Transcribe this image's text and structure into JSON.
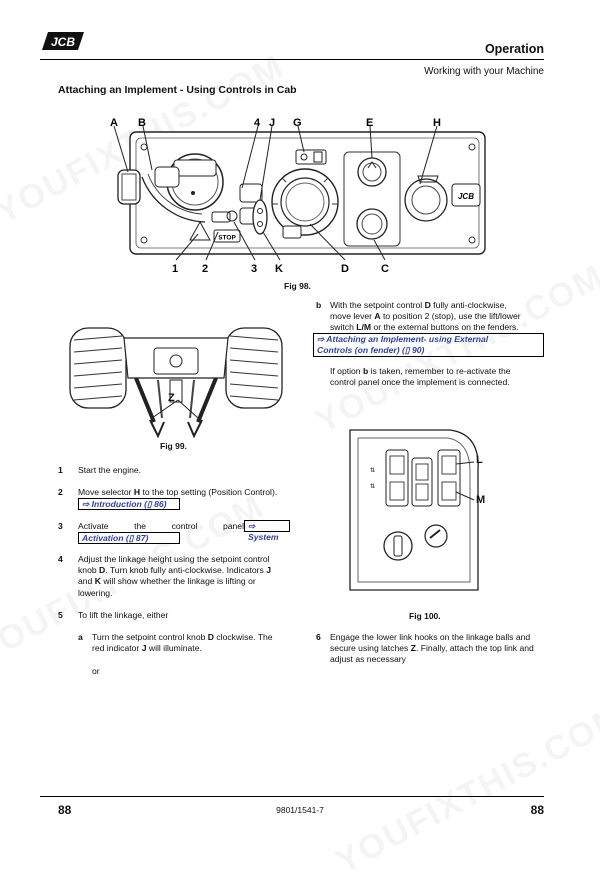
{
  "header": {
    "logo_text": "JCB",
    "section": "Operation",
    "subsection": "Working with your Machine"
  },
  "page_title": "Attaching an Implement - Using Controls in Cab",
  "fig98": {
    "caption": "Fig 98.",
    "labels_top": [
      "A",
      "B",
      "4",
      "J",
      "G",
      "E",
      "H"
    ],
    "labels_bottom": [
      "1",
      "2",
      "3",
      "K",
      "D",
      "C"
    ],
    "stop_text": "STOP"
  },
  "fig99": {
    "caption": "Fig 99.",
    "label_z": "Z"
  },
  "fig100": {
    "caption": "Fig 100.",
    "label_l": "L",
    "label_m": "M"
  },
  "steps": {
    "s1": {
      "num": "1",
      "text": "Start the engine."
    },
    "s2": {
      "num": "2",
      "text_a": "Move selector ",
      "bold": "H",
      "text_b": " to the top setting (Position Control).",
      "link": "⇨ Introduction (",
      "link_page": " 86)"
    },
    "s3": {
      "num": "3",
      "w1": "Activate",
      "w2": "the",
      "w3": "control",
      "w4": "panel",
      "link1": "⇨ System",
      "link2": "Activation (",
      "link_page": " 87)"
    },
    "s4": {
      "num": "4",
      "line1": "Adjust the linkage height using the setpoint control",
      "line2a": "knob ",
      "line2b": "D",
      "line2c": ". Turn knob fully anti-clockwise. Indicators ",
      "line2d": "J",
      "line3a": "and ",
      "line3b": "K",
      "line3c": " will show whether the linkage is lifting or",
      "line4": "lowering."
    },
    "s5": {
      "num": "5",
      "text": "To lift the linkage, either"
    },
    "s5a": {
      "num": "a",
      "line1a": "Turn the setpoint control knob ",
      "line1b": "D",
      "line1c": " clockwise. The",
      "line2a": "red indicator ",
      "line2b": "J",
      "line2c": " will illuminate."
    },
    "or": "or",
    "sb": {
      "num": "b",
      "line1a": "With the setpoint control ",
      "line1b": "D",
      "line1c": " fully anti-clockwise,",
      "line2a": "move lever ",
      "line2b": "A",
      "line2c": " to position 2 (stop), use the lift/lower",
      "line3a": "switch ",
      "line3b": "L/M",
      "line3c": " or the external buttons on the fenders.",
      "link1": "⇨ Attaching an Implement- using External",
      "link2": "Controls (on fender) (",
      "link_page": " 90)"
    },
    "sb_note": {
      "line1a": "If option ",
      "line1b": "b",
      "line1c": " is taken, remember to re-activate the",
      "line2": "control panel once the implement is connected."
    },
    "s6": {
      "num": "6",
      "line1": "Engage the lower link hooks on the linkage balls and",
      "line2a": "secure using latches ",
      "line2b": "Z",
      "line2c": ". Finally, attach the top link and",
      "line3": "adjust as necessary"
    }
  },
  "footer": {
    "page_left": "88",
    "doc_number": "9801/1541-7",
    "page_right": "88"
  },
  "watermark": "YOUFIXTHIS.COM"
}
